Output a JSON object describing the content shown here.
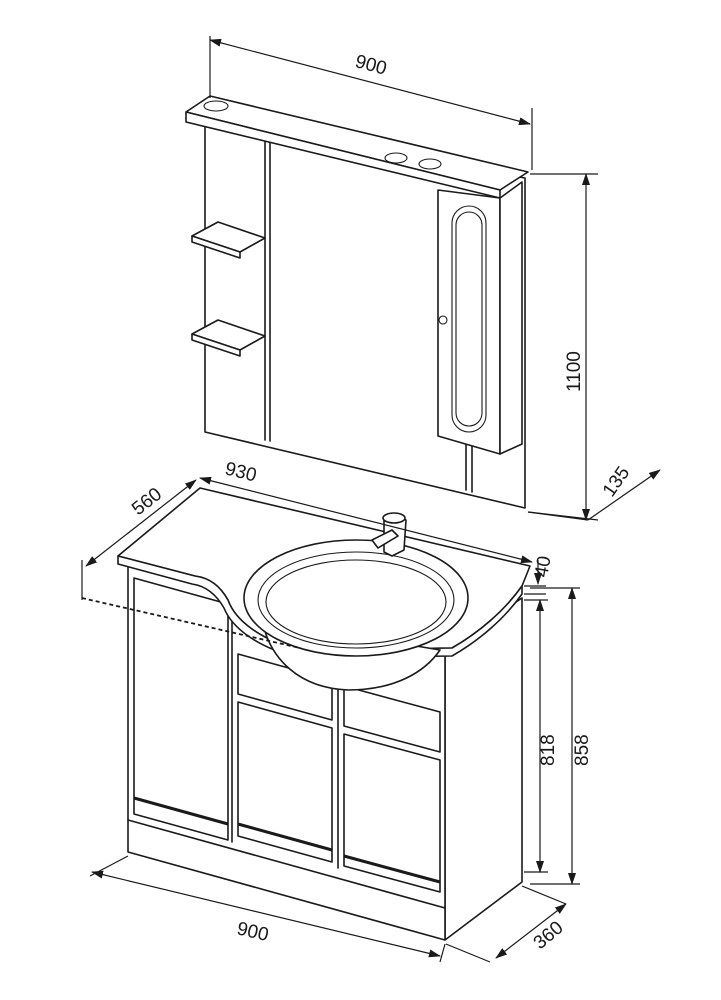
{
  "dimensions": {
    "mirror_width": "900",
    "mirror_height": "1100",
    "mirror_depth": "135",
    "top_width": "930",
    "top_depth": "560",
    "top_thickness": "40",
    "cabinet_height_body": "818",
    "cabinet_height_total": "858",
    "cabinet_width": "900",
    "cabinet_depth": "360"
  }
}
